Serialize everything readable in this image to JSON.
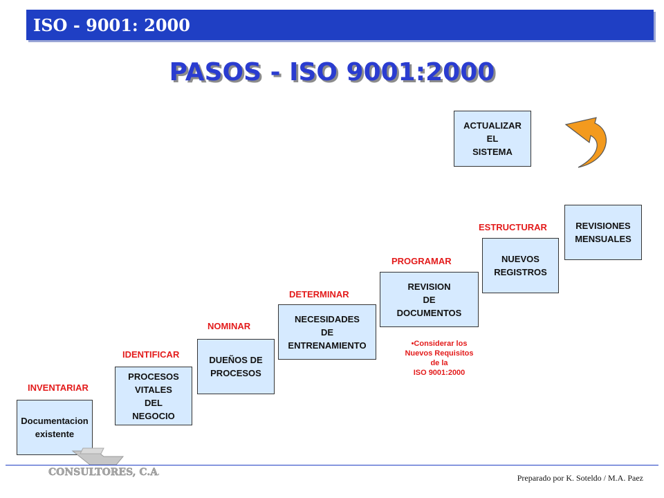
{
  "header": {
    "title": "ISO - 9001: 2000"
  },
  "title": "PASOS - ISO 9001:2000",
  "steps": [
    {
      "label": "INVENTARIAR",
      "box": "Documentacion\nexistente"
    },
    {
      "label": "IDENTIFICAR",
      "box": "PROCESOS\nVITALES\nDEL\nNEGOCIO"
    },
    {
      "label": "NOMINAR",
      "box": "DUEÑOS DE\nPROCESOS"
    },
    {
      "label": "DETERMINAR",
      "box": "NECESIDADES\nDE\nENTRENAMIENTO"
    },
    {
      "label": "PROGRAMAR",
      "box": "REVISION\nDE\nDOCUMENTOS"
    },
    {
      "label": "ESTRUCTURAR",
      "box": "NUEVOS\nREGISTROS"
    }
  ],
  "revisiones": "REVISIONES\nMENSUALES",
  "actualizar": "ACTUALIZAR\nEL\nSISTEMA",
  "note": "•Considerar los\nNuevos Requisitos\nde la\nISO 9001:2000",
  "footer": {
    "credit": "Preparado por K. Soteldo / M.A. Paez",
    "logo_text": "CONSULTORES, C.A."
  },
  "colors": {
    "header_bg": "#1f3fc4",
    "title": "#2a3cd0",
    "label": "#e31b1b",
    "box_bg": "#d6eaff",
    "arrow": "#f39a1e"
  },
  "icons": {
    "cycle": "curved-arrow-icon",
    "logo": "company-logo-icon"
  }
}
